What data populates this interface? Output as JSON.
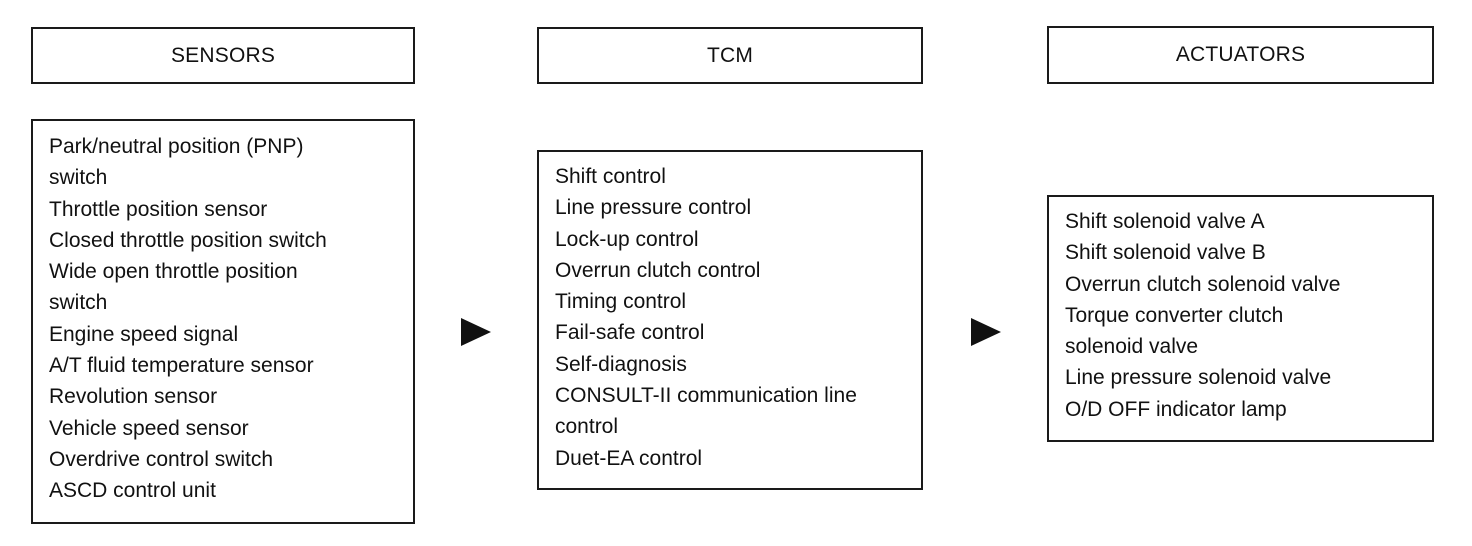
{
  "sensors": {
    "title": "SENSORS",
    "items": [
      "Park/neutral position (PNP)\nswitch",
      "Throttle position sensor",
      "Closed throttle position switch",
      "Wide open throttle position\nswitch",
      "Engine speed signal",
      "A/T fluid temperature sensor",
      "Revolution sensor",
      "Vehicle speed sensor",
      "Overdrive control switch",
      "ASCD control unit"
    ]
  },
  "tcm": {
    "title": "TCM",
    "items": [
      "Shift control",
      "Line pressure control",
      "Lock-up control",
      "Overrun clutch control",
      "Timing control",
      "Fail-safe control",
      "Self-diagnosis",
      "CONSULT-II communication line\ncontrol",
      "Duet-EA control"
    ]
  },
  "actuators": {
    "title": "ACTUATORS",
    "items": [
      "Shift solenoid valve A",
      "Shift solenoid valve B",
      "Overrun clutch solenoid valve",
      "Torque converter clutch\nsolenoid valve",
      "Line pressure solenoid valve",
      "O/D OFF indicator lamp"
    ]
  },
  "colors": {
    "border": "#1a1a1a",
    "text": "#111111",
    "background": "#ffffff"
  },
  "icons": {
    "flow_arrow": "right-triangle-arrow"
  }
}
